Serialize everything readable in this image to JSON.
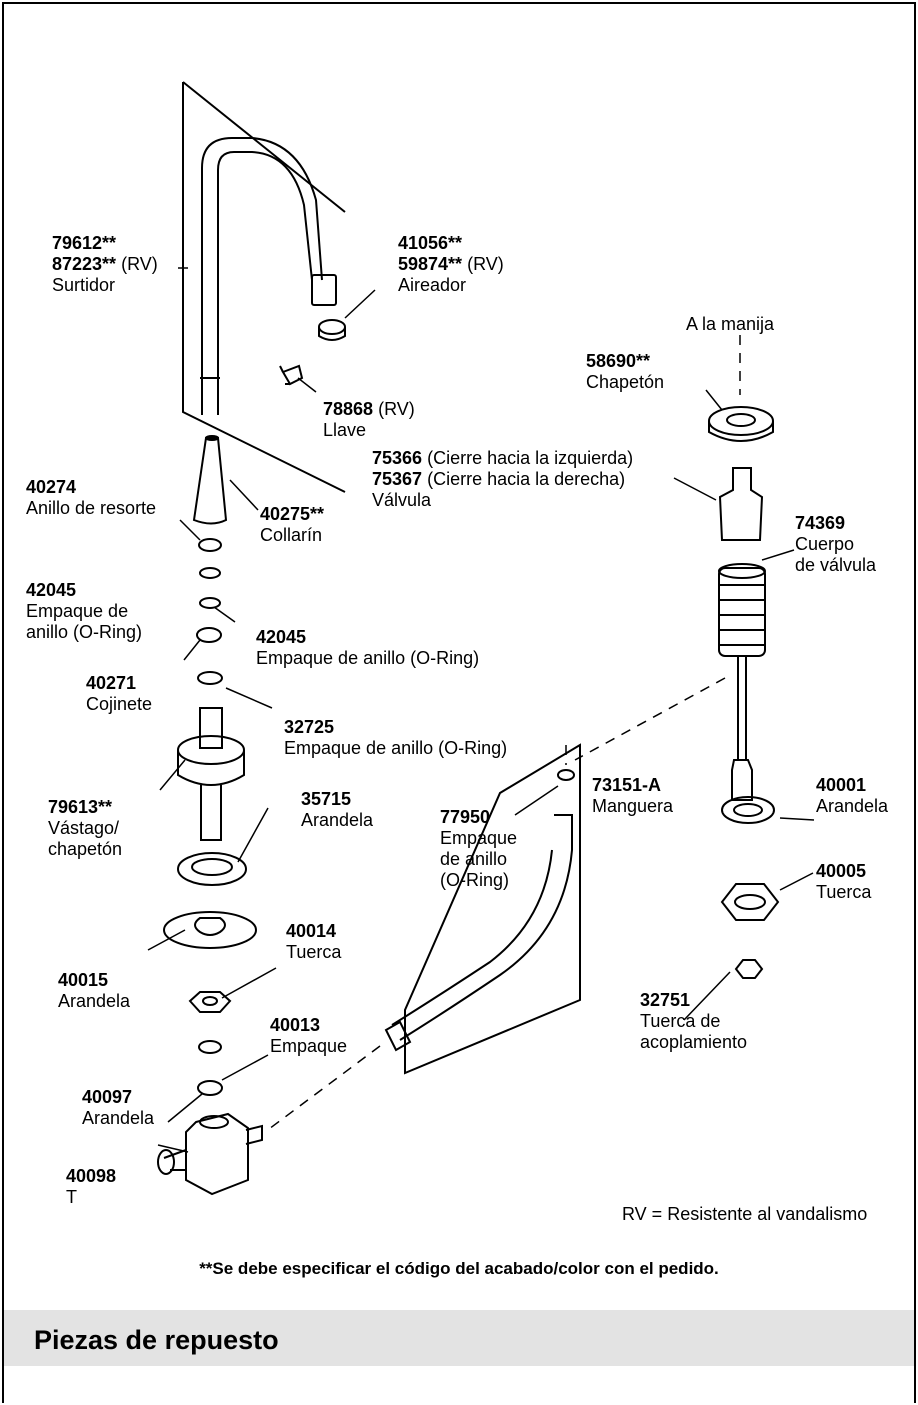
{
  "parts": {
    "spout": {
      "code1": "79612**",
      "code2": "87223**",
      "rv": "(RV)",
      "name": "Surtidor"
    },
    "aerator": {
      "code1": "41056**",
      "code2": "59874**",
      "rv": "(RV)",
      "name": "Aireador"
    },
    "handle_note": "A la manija",
    "escutcheon": {
      "code": "58690**",
      "name": "Chapetón"
    },
    "key": {
      "code": "78868",
      "rv": "(RV)",
      "name": "Llave"
    },
    "valve": {
      "code1": "75366",
      "desc1": "(Cierre hacia la izquierda)",
      "code2": "75367",
      "desc2": "(Cierre hacia la derecha)",
      "name": "Válvula"
    },
    "spring_ring": {
      "code": "40274",
      "name": "Anillo de resorte"
    },
    "collar": {
      "code": "40275**",
      "name": "Collarín"
    },
    "valve_body": {
      "code": "74369",
      "name1": "Cuerpo",
      "name2": "de válvula"
    },
    "oring_a": {
      "code": "42045",
      "name1": "Empaque de",
      "name2": "anillo (O-Ring)"
    },
    "oring_b": {
      "code": "42045",
      "name": "Empaque de anillo (O-Ring)"
    },
    "bearing": {
      "code": "40271",
      "name": "Cojinete"
    },
    "oring_c": {
      "code": "32725",
      "name": "Empaque de anillo (O-Ring)"
    },
    "stem": {
      "code": "79613**",
      "name1": "Vástago/",
      "name2": "chapetón"
    },
    "washer_35715": {
      "code": "35715",
      "name": "Arandela"
    },
    "oring_d": {
      "code": "77950",
      "name1": "Empaque",
      "name2": "de anillo",
      "name3": "(O-Ring)"
    },
    "hose": {
      "code": "73151-A",
      "name": "Manguera"
    },
    "washer_40001": {
      "code": "40001",
      "name": "Arandela"
    },
    "nut_40005": {
      "code": "40005",
      "name": "Tuerca"
    },
    "nut_40014": {
      "code": "40014",
      "name": "Tuerca"
    },
    "washer_40015": {
      "code": "40015",
      "name": "Arandela"
    },
    "coupling_nut": {
      "code": "32751",
      "name1": "Tuerca de",
      "name2": "acoplamiento"
    },
    "gasket": {
      "code": "40013",
      "name": "Empaque"
    },
    "washer_40097": {
      "code": "40097",
      "name": "Arandela"
    },
    "tee": {
      "code": "40098",
      "name": "T"
    }
  },
  "rv_note": "RV = Resistente al vandalismo",
  "finish_note": "**Se debe especificar el código del acabado/color con el pedido.",
  "section_title": "Piezas de repuesto"
}
